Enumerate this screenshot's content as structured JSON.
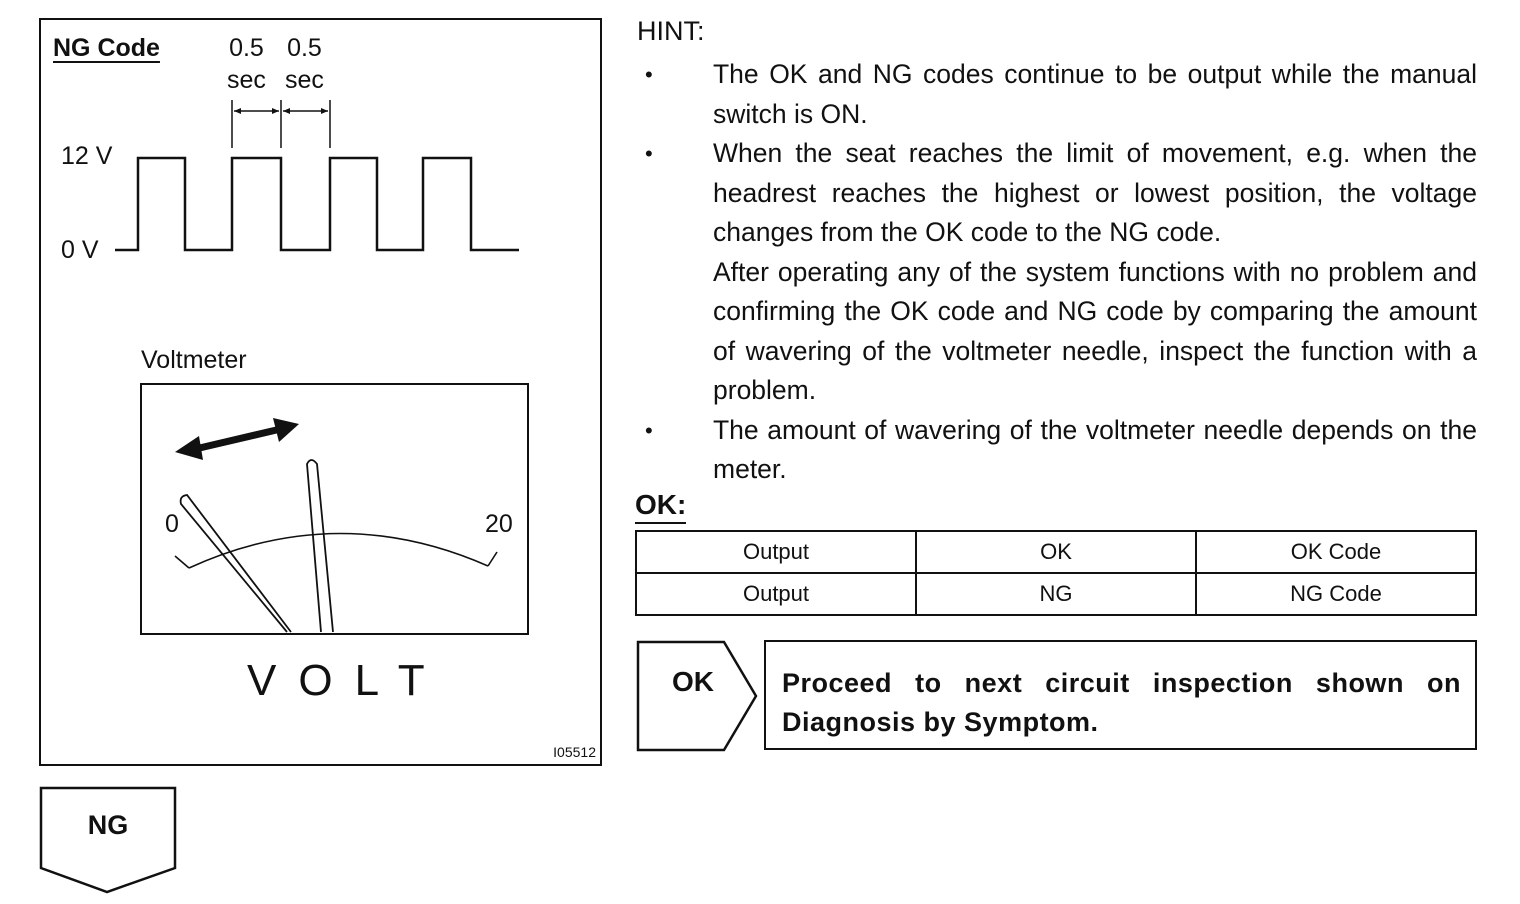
{
  "figure": {
    "title": "NG Code",
    "timing_labels": [
      {
        "value": "0.5",
        "unit": "sec"
      },
      {
        "value": "0.5",
        "unit": "sec"
      }
    ],
    "voltage_high": "12 V",
    "voltage_low": "0 V",
    "voltmeter_title": "Voltmeter",
    "scale_min": "0",
    "scale_max": "20",
    "meter_label": "VOLT",
    "figure_id": "I05512"
  },
  "ng_arrow": {
    "label": "NG"
  },
  "hint": {
    "title": "HINT:",
    "items": [
      {
        "text": "The OK and NG codes continue to be output while the manual switch is ON."
      },
      {
        "text": "When the seat reaches the limit of movement, e.g. when the headrest reaches the highest or lowest position, the voltage changes from the OK code to the NG code.",
        "text2": "After operating any of the system functions with no problem and confirming the OK code and NG code by comparing the amount of wavering of the voltmeter needle, inspect the function with a problem."
      },
      {
        "text": "The amount of wavering of the voltmeter needle depends on the meter."
      }
    ],
    "bullet": "•"
  },
  "ok_section": {
    "title": "OK:",
    "table": [
      [
        "Output",
        "OK",
        "OK Code"
      ],
      [
        "Output",
        "NG",
        "NG Code"
      ]
    ]
  },
  "ok_arrow": {
    "label": "OK"
  },
  "proceed": {
    "text": "Proceed to next circuit inspection shown on Diagnosis by Symptom."
  }
}
